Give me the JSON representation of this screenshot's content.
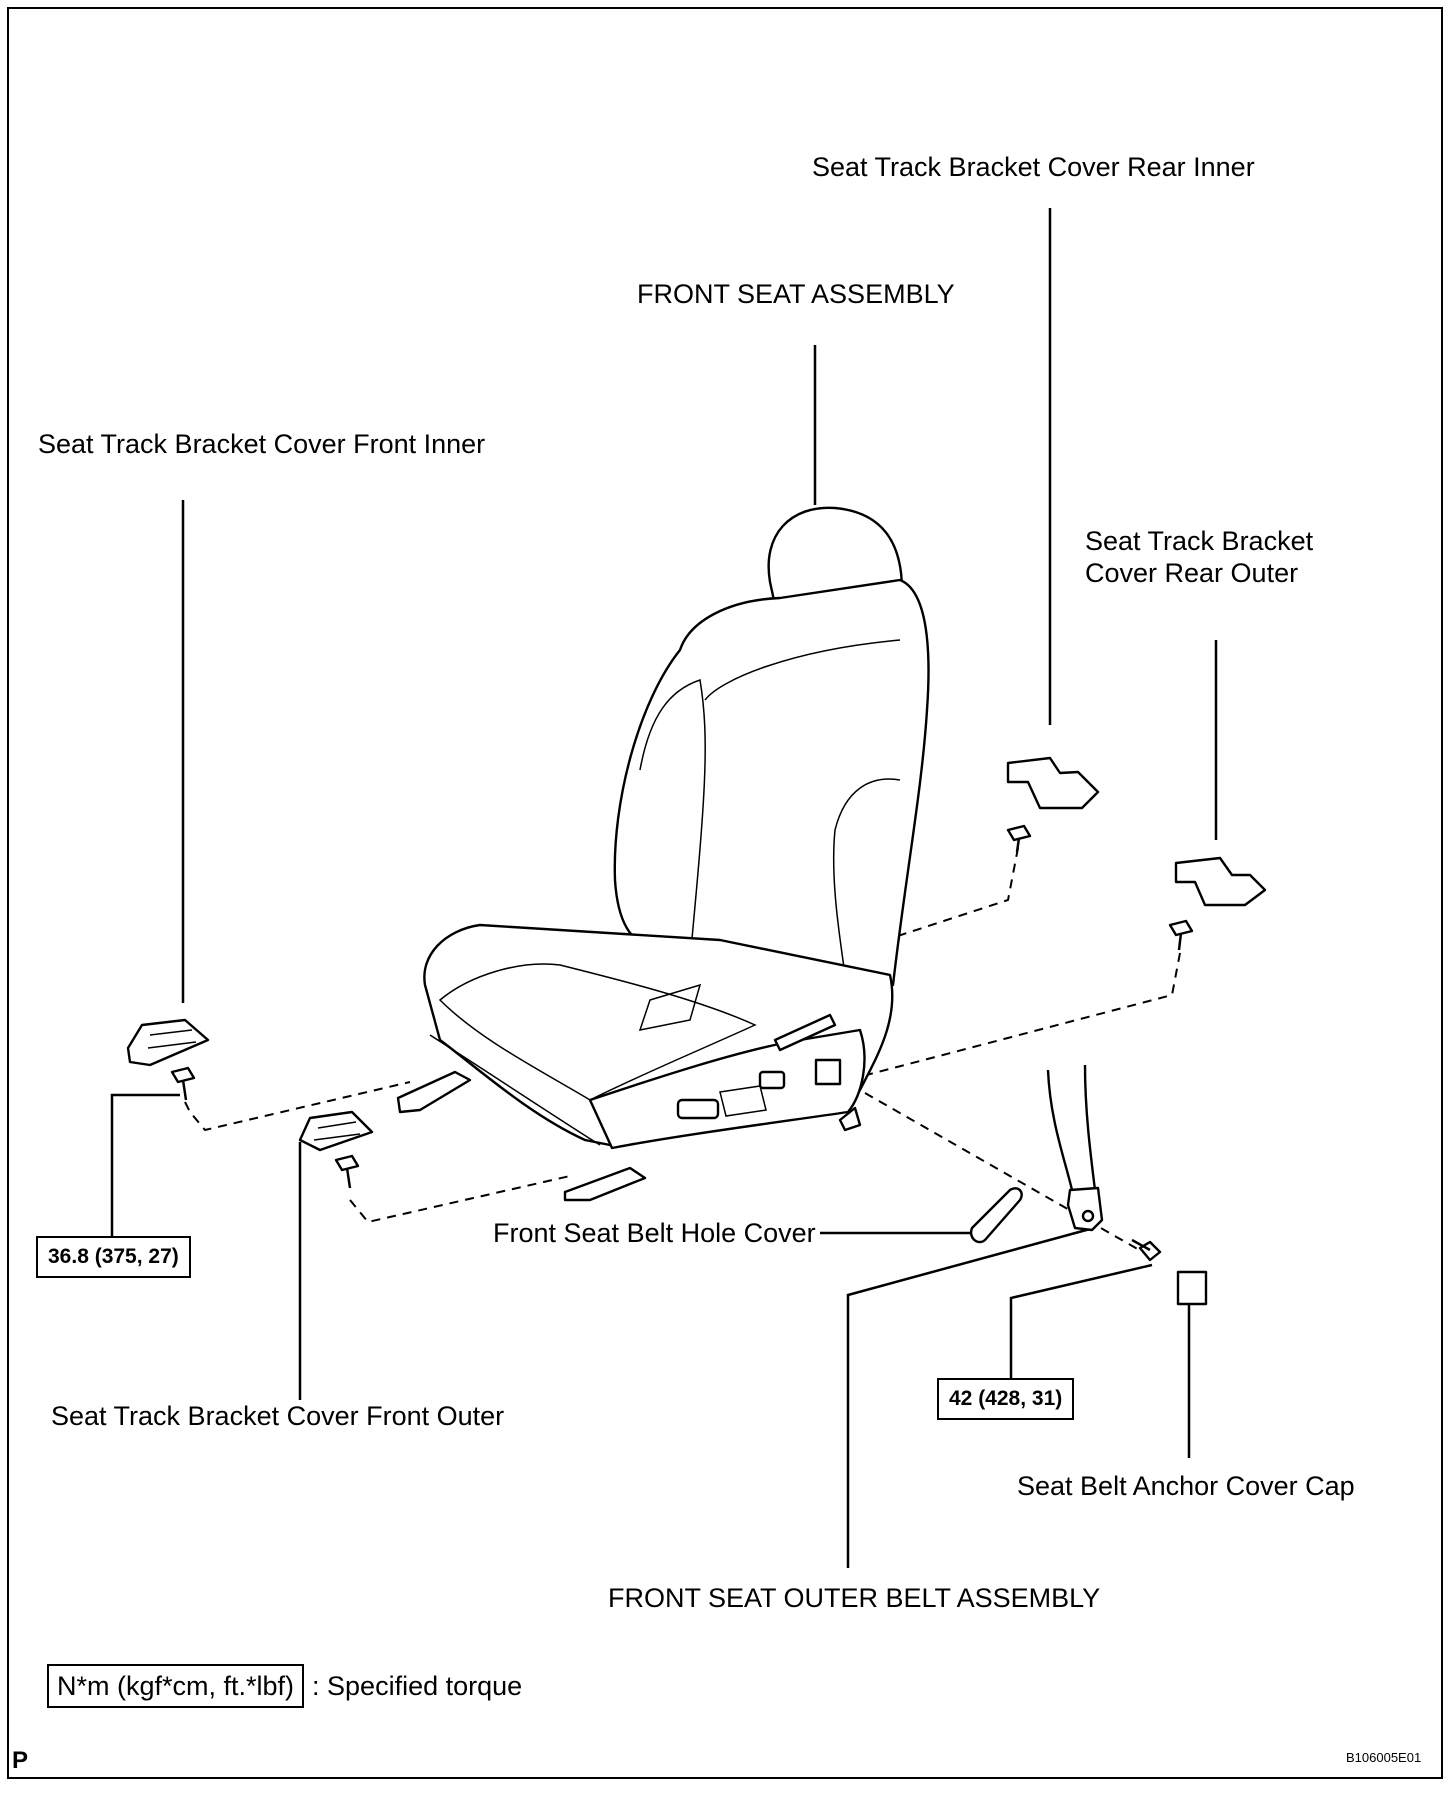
{
  "labels": {
    "rear_inner": "Seat Track Bracket Cover Rear Inner",
    "front_seat_assembly": "FRONT SEAT ASSEMBLY",
    "front_inner": "Seat Track Bracket Cover Front Inner",
    "rear_outer": "Seat Track Bracket Cover Rear Outer",
    "belt_hole_cover": "Front Seat Belt Hole Cover",
    "front_outer": "Seat Track Bracket Cover Front Outer",
    "anchor_cover_cap": "Seat Belt Anchor Cover Cap",
    "outer_belt_assembly": "FRONT SEAT OUTER BELT ASSEMBLY"
  },
  "torque": {
    "front_bolt": "36.8 (375, 27)",
    "anchor_bolt": "42 (428, 31)"
  },
  "legend": {
    "unit": "N*m (kgf*cm, ft.*lbf)",
    "description": ": Specified torque"
  },
  "footer": {
    "page_mark": "P",
    "figure_id": "B106005E01"
  }
}
